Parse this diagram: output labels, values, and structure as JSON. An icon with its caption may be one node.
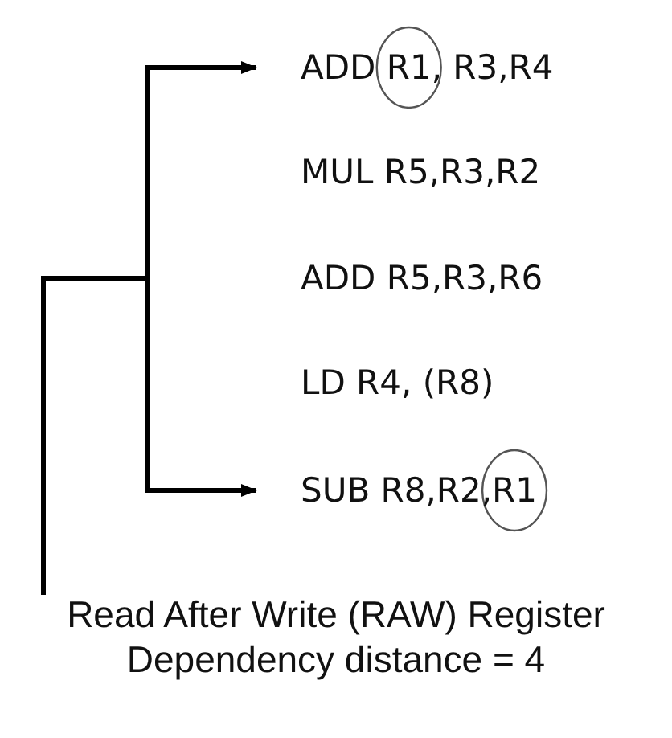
{
  "diagram": {
    "nodes": [
      {
        "text": [
          "ADD R1, R3,R4"
        ]
      },
      {
        "text": [
          "MUL R5,R3,R2"
        ]
      },
      {
        "text": [
          "ADD R5,R3,R6"
        ]
      },
      {
        "text": [
          "LD R4, (R8)"
        ]
      },
      {
        "text": [
          "SUB R8,R2,R1"
        ]
      }
    ],
    "edges": [
      {
        "from": null,
        "to": 0,
        "arrow": "to"
      },
      {
        "from": null,
        "to": 4,
        "arrow": "to"
      }
    ],
    "labels": [
      "Read After Write (RAW) Register",
      "Dependency distance = 4"
    ]
  }
}
